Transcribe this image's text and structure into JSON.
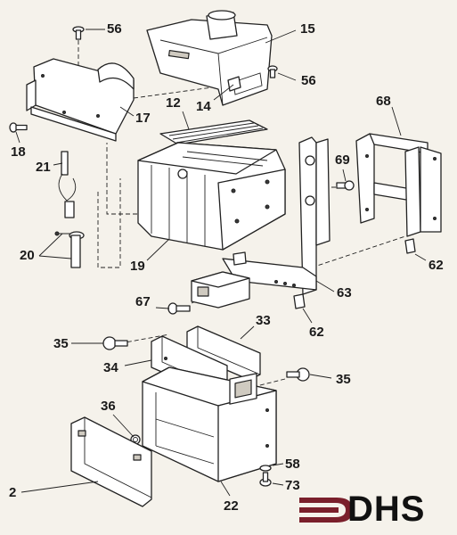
{
  "labels": {
    "p56a": "56",
    "p15": "15",
    "p56b": "56",
    "p12": "12",
    "p14": "14",
    "p17": "17",
    "p68": "68",
    "p18": "18",
    "p21": "21",
    "p69": "69",
    "p20": "20",
    "p19": "19",
    "p62a": "62",
    "p67": "67",
    "p63": "63",
    "p62b": "62",
    "p33": "33",
    "p35a": "35",
    "p34": "34",
    "p35b": "35",
    "p36": "36",
    "p58": "58",
    "p2": "2",
    "p73": "73",
    "p22": "22"
  },
  "logo": {
    "text": "DHS",
    "color": "#7a1f2b"
  }
}
